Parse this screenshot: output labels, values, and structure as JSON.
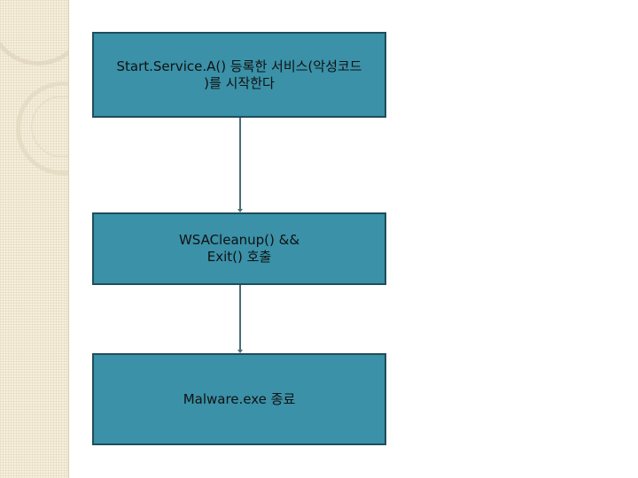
{
  "flowchart": {
    "steps": [
      {
        "line1": "Start.Service.A() 등록한 서비스(악성코드",
        "line2": ")를 시작한다"
      },
      {
        "line1": "WSACleanup() &&",
        "line2": "Exit() 호출"
      },
      {
        "line1": "Malware.exe 종료"
      }
    ],
    "colors": {
      "box_fill": "#3a91a8",
      "box_border": "#1e4e5c",
      "connector": "#4a6c78",
      "side_panel": "#f6efdc"
    }
  }
}
